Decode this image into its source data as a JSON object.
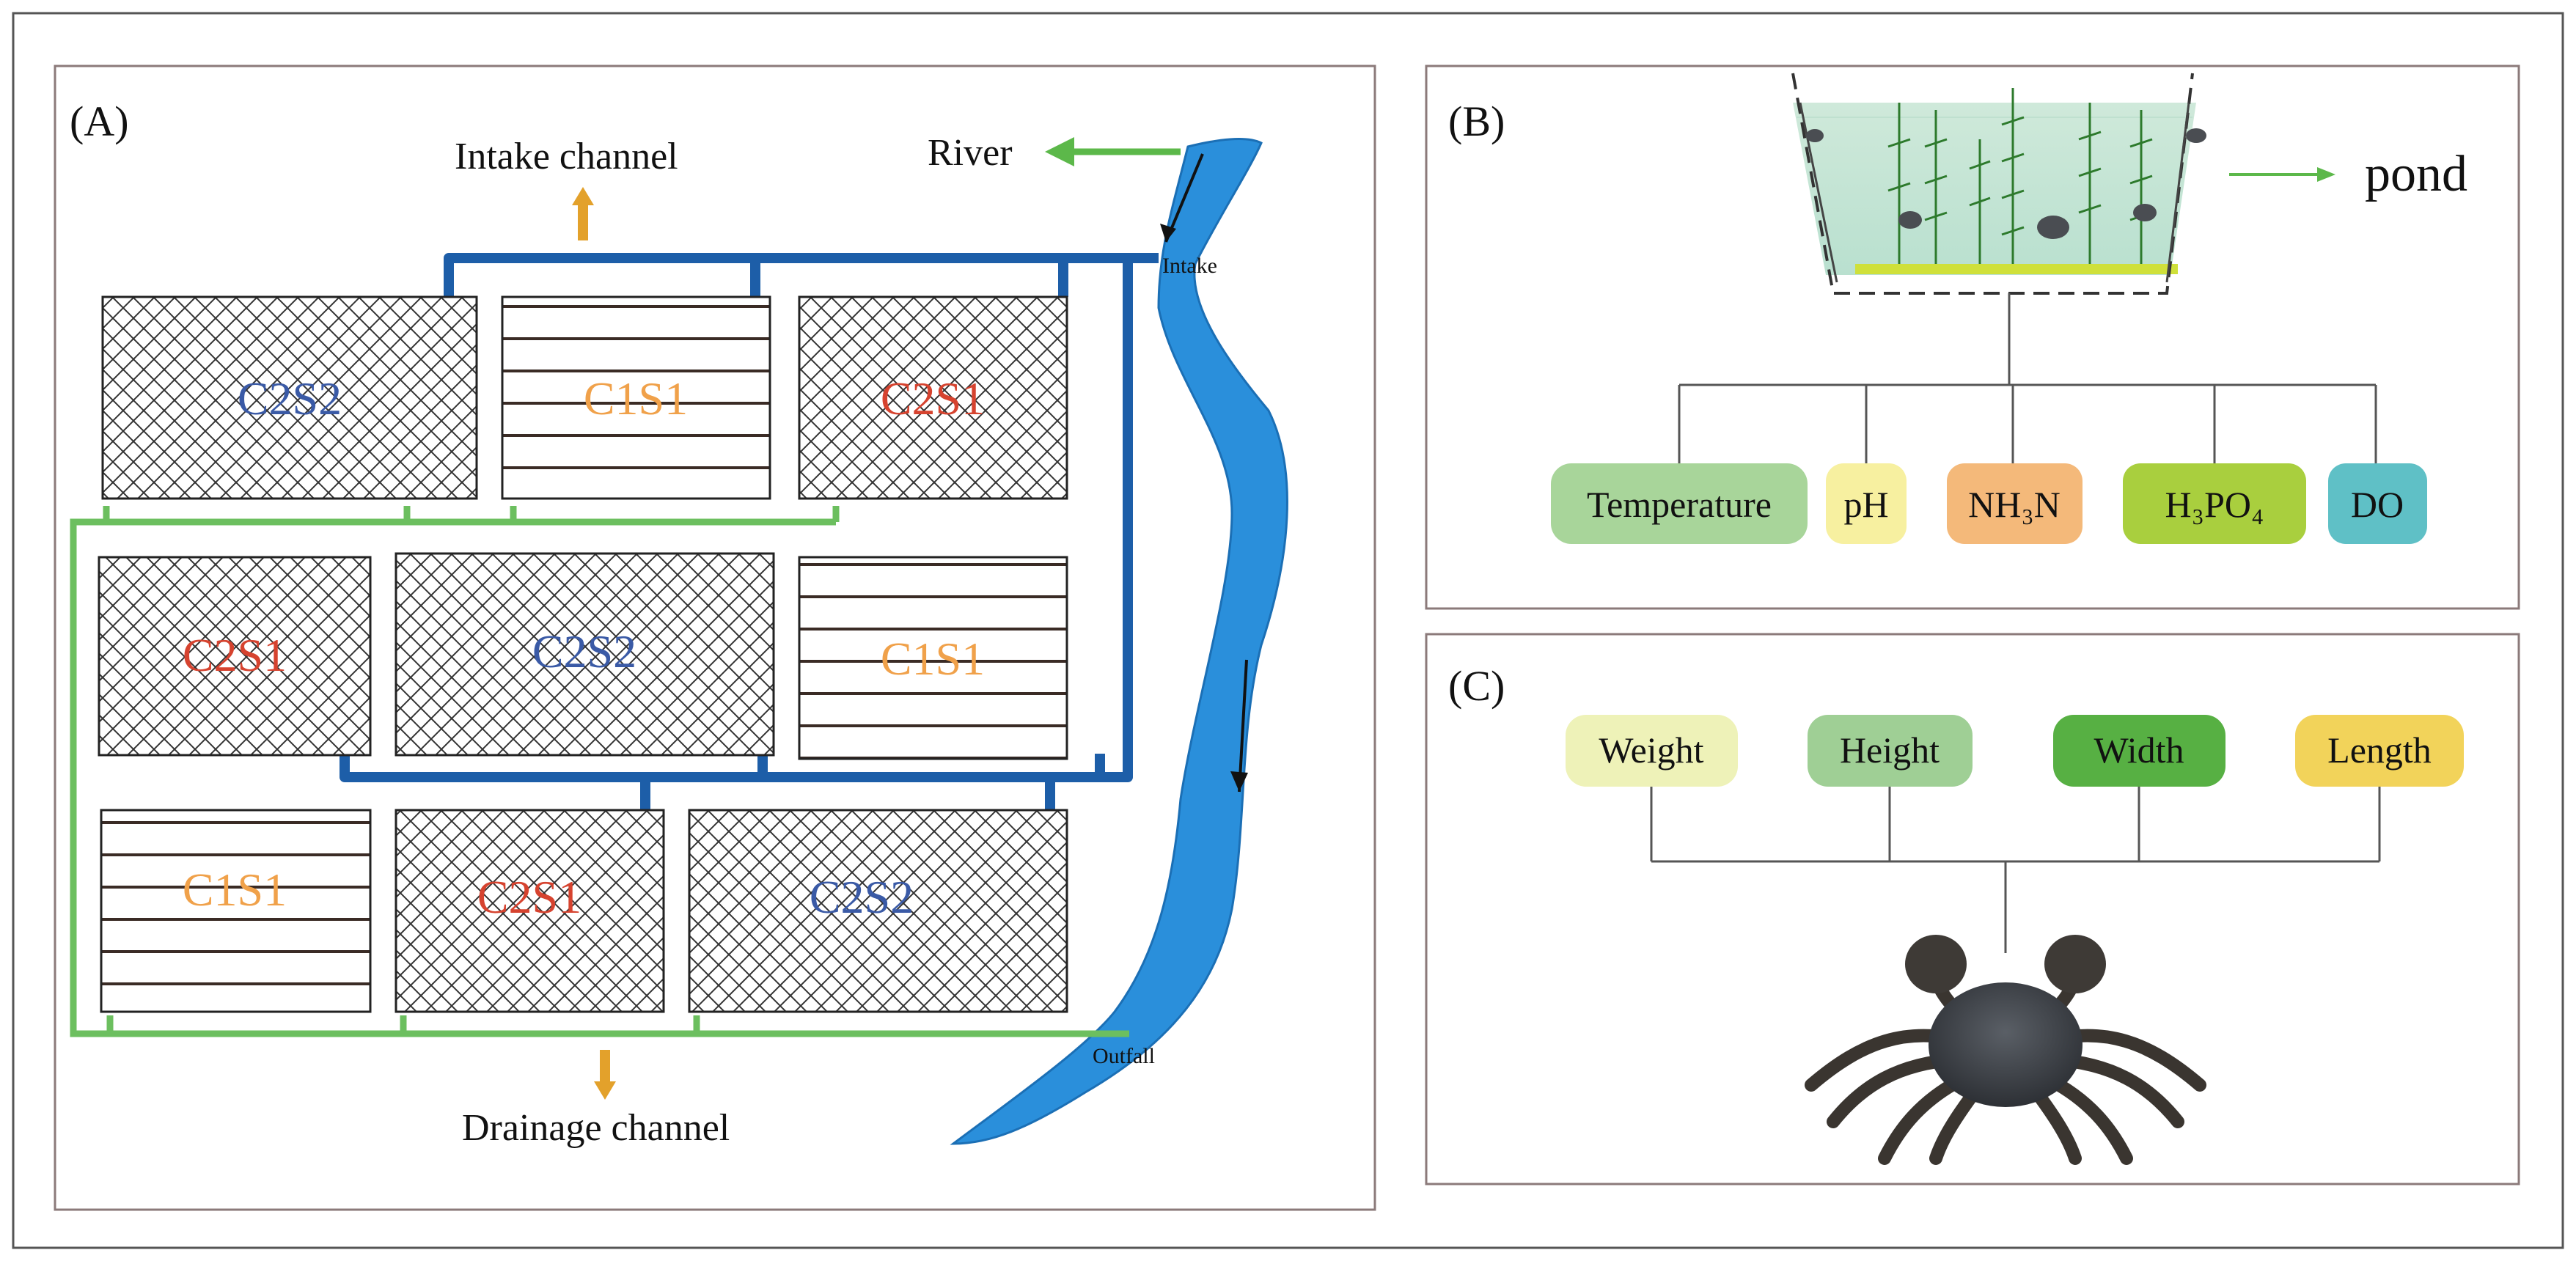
{
  "panels": {
    "a": {
      "label": "(A)"
    },
    "b": {
      "label": "(B)"
    },
    "c": {
      "label": "(C)"
    }
  },
  "panel_a": {
    "intake_channel": "Intake channel",
    "drainage_channel": "Drainage channel",
    "river": "River",
    "intake": "Intake",
    "outfall": "Outfall",
    "ponds": [
      {
        "label": "C2S2",
        "pattern": "crosshatch",
        "color": "#3a5aa6"
      },
      {
        "label": "C1S1",
        "pattern": "stripes",
        "color": "#f0a14a"
      },
      {
        "label": "C2S1",
        "pattern": "crosshatch",
        "color": "#d6432f"
      },
      {
        "label": "C2S1",
        "pattern": "crosshatch",
        "color": "#d6432f"
      },
      {
        "label": "C2S2",
        "pattern": "crosshatch",
        "color": "#3a5aa6"
      },
      {
        "label": "C1S1",
        "pattern": "stripes",
        "color": "#f0a14a"
      },
      {
        "label": "C1S1",
        "pattern": "stripes",
        "color": "#f0a14a"
      },
      {
        "label": "C2S1",
        "pattern": "crosshatch",
        "color": "#d6432f"
      },
      {
        "label": "C2S2",
        "pattern": "crosshatch",
        "color": "#3a5aa6"
      }
    ],
    "colors": {
      "intake_pipe": "#1d5ea8",
      "drain_pipe": "#6cbf5f",
      "river": "#2a8fdb",
      "arrow_orange": "#e3a12b",
      "arrow_green": "#5cb84a"
    }
  },
  "panel_b": {
    "pond": "pond",
    "parameters": [
      {
        "label": "Temperature",
        "color": "#a8d59a"
      },
      {
        "label": "pH",
        "color": "#f7f0a0"
      },
      {
        "label": "NH₃N",
        "color": "#f4b97a"
      },
      {
        "label": "H₃PO₄",
        "color": "#a9cf3e"
      },
      {
        "label": "DO",
        "color": "#5fc0c6"
      }
    ]
  },
  "panel_c": {
    "measures": [
      {
        "label": "Weight",
        "color": "#eef2b8"
      },
      {
        "label": "Height",
        "color": "#9fcf95"
      },
      {
        "label": "Width",
        "color": "#57b043"
      },
      {
        "label": "Length",
        "color": "#f2d35a"
      }
    ]
  }
}
